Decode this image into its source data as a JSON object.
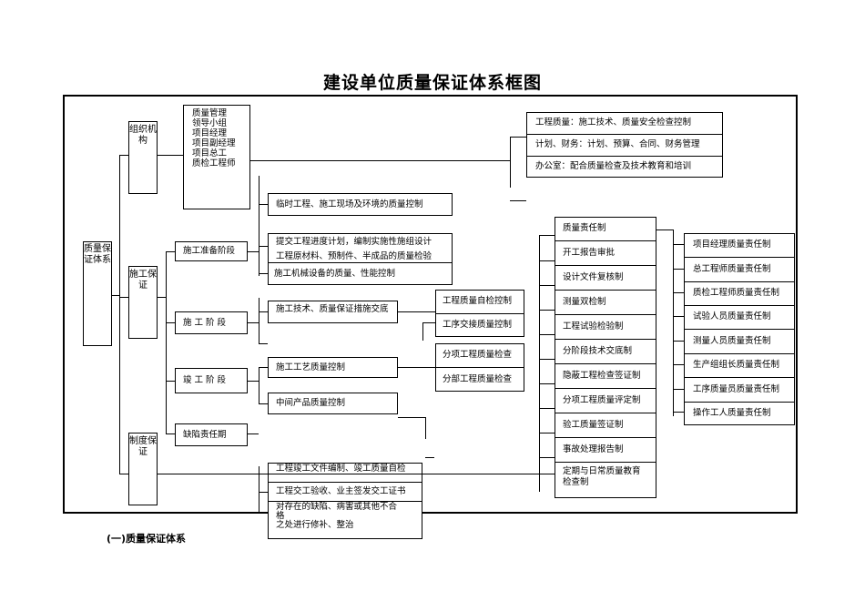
{
  "title": "建设单位质量保证体系框图",
  "caption": "(一)质量保证体系",
  "root": "质量保证体系",
  "level1": {
    "org": "组织机构",
    "construction": "施工保证",
    "system": "制度保证"
  },
  "org_members": [
    "质量管理",
    "领导小组",
    "项目经理",
    "项目副经理",
    "项目总工",
    "质检工程师"
  ],
  "departments": [
    "工程质量：施工技术、质量安全检查控制",
    "计划、财务：计划、预算、合同、财务管理",
    "办公室：配合质量检查及技术教育和培训"
  ],
  "stages": [
    "施工准备阶段",
    "施 工 阶 段",
    "竣 工 阶 段",
    "缺陷责任期"
  ],
  "prep_items": [
    "临时工程、施工现场及环境的质量控制",
    "提交工程进度计划，编制实施性施组设计",
    "工程原材料、预制件、半成品的质量检验",
    "施工机械设备的质量、性能控制"
  ],
  "construction_item": "施工技术、质量保证措施交底",
  "self_check": [
    "工程质量自检控制",
    "工序交接质量控制"
  ],
  "completion_items": [
    "施工工艺质量控制",
    "中间产品质量控制"
  ],
  "sub_checks": [
    "分项工程质量检查",
    "分部工程质量检查"
  ],
  "system_items": [
    "工程竣工文件编制、竣工质量自检",
    "工程交工验收、业主签发交工证书",
    "对存在的缺陷、病害或其他不合格之处进行修补、整治"
  ],
  "system_item3_lines": [
    "对存在的缺陷、病害或其他不合",
    "格",
    "之处进行修补、整治"
  ],
  "systems": [
    "质量责任制",
    "开工报告审批",
    "设计文件复核制",
    "测量双检制",
    "工程试验检验制",
    "分阶段技术交底制",
    "隐蔽工程检查签证制",
    "分项工程质量评定制",
    "验工质量签证制",
    "事故处理报告制",
    "定期与日常质量教育检查制"
  ],
  "systems_last_lines": [
    "定期与日常质量教育",
    "检查制"
  ],
  "responsibilities": [
    "项目经理质量责任制",
    "总工程师质量责任制",
    "质检工程师质量责任制",
    "试验人员质量责任制",
    "测量人员质量责任制",
    "生产组组长质量责任制",
    "工序质量员质量责任制",
    "操作工人质量责任制"
  ]
}
